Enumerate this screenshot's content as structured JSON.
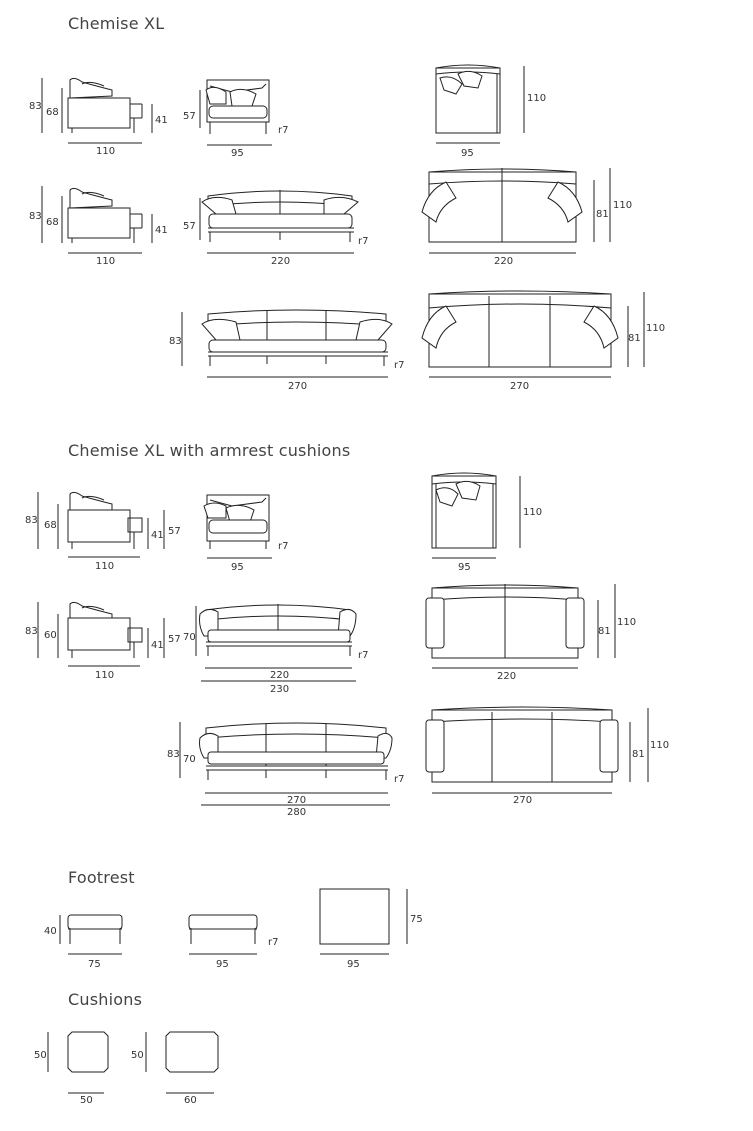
{
  "sections": {
    "chemise_xl": "Chemise XL",
    "with_cushions": "Chemise XL with armrest cushions",
    "footrest": "Footrest",
    "cushions": "Cushions"
  },
  "dims": {
    "r1_side_h83": "83",
    "r1_side_h68": "68",
    "r1_side_h41": "41",
    "r1_side_w": "110",
    "r1_front_h": "57",
    "r1_front_w": "95",
    "r1_front_r": "r7",
    "r1_top_w": "95",
    "r1_top_h": "110",
    "r2_side_h83": "83",
    "r2_side_h68": "68",
    "r2_side_h41": "41",
    "r2_side_w": "110",
    "r2_front_h": "57",
    "r2_front_w": "220",
    "r2_front_r": "r7",
    "r2_top_w": "220",
    "r2_top_h81": "81",
    "r2_top_h110": "110",
    "r3_front_h": "83",
    "r3_front_w": "270",
    "r3_front_r": "r7",
    "r3_top_w": "270",
    "r3_top_h81": "81",
    "r3_top_h110": "110",
    "c1_side_h83": "83",
    "c1_side_h68": "68",
    "c1_side_h41": "41",
    "c1_side_h57": "57",
    "c1_side_w": "110",
    "c1_front_w": "95",
    "c1_front_r": "r7",
    "c1_top_w": "95",
    "c1_top_h": "110",
    "c2_side_h83": "83",
    "c2_side_h60": "60",
    "c2_side_h41": "41",
    "c2_side_h57": "57",
    "c2_side_w": "110",
    "c2_front_h70": "70",
    "c2_front_w220": "220",
    "c2_front_w230": "230",
    "c2_front_r": "r7",
    "c2_top_w": "220",
    "c2_top_h81": "81",
    "c2_top_h110": "110",
    "c3_front_h83": "83",
    "c3_front_h70": "70",
    "c3_front_w270": "270",
    "c3_front_w280": "280",
    "c3_front_r": "r7",
    "c3_top_w": "270",
    "c3_top_h81": "81",
    "c3_top_h110": "110",
    "f_side_h": "40",
    "f_side_w": "75",
    "f_front_w": "95",
    "f_front_r": "r7",
    "f_top_w": "95",
    "f_top_h": "75",
    "k1_h": "50",
    "k1_w": "50",
    "k2_h": "50",
    "k2_w": "60"
  }
}
